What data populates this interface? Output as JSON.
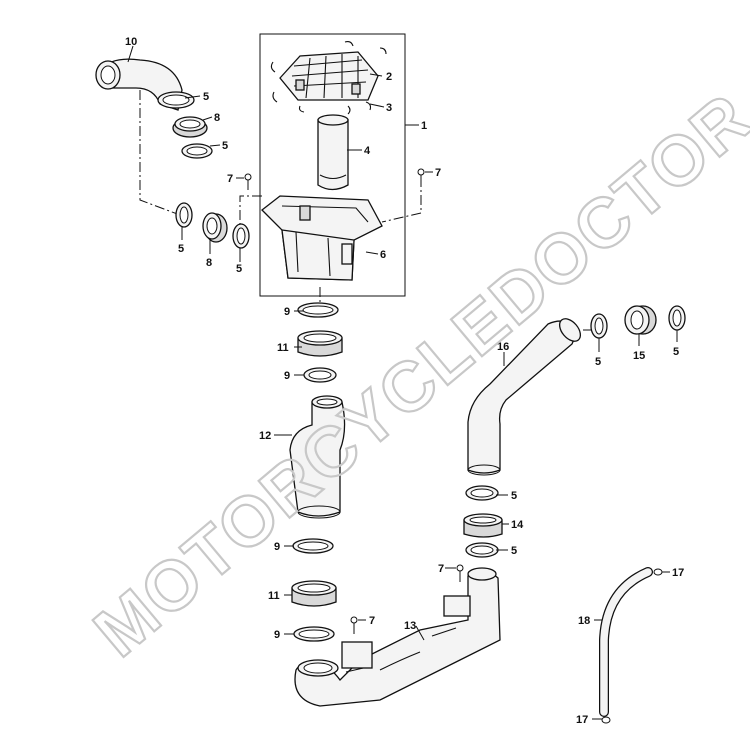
{
  "watermark": "MOTORCYCLEDOCTOR",
  "callouts": [
    "10",
    "5",
    "8",
    "5",
    "2",
    "3",
    "1",
    "4",
    "7",
    "7",
    "5",
    "8",
    "5",
    "6",
    "9",
    "11",
    "9",
    "12",
    "16",
    "5",
    "15",
    "5",
    "5",
    "14",
    "5",
    "9",
    "7",
    "11",
    "7",
    "13",
    "9",
    "17",
    "18",
    "17"
  ]
}
